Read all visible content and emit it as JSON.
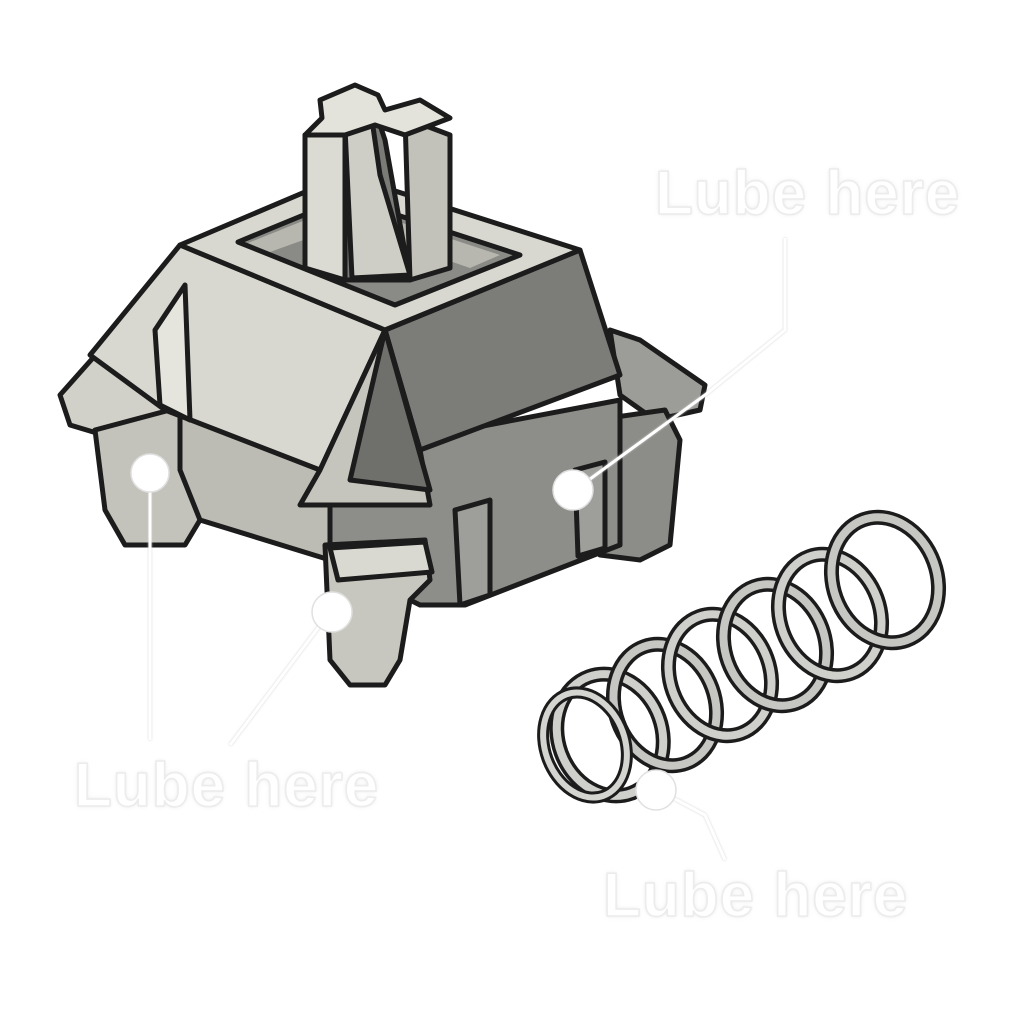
{
  "callouts": [
    {
      "id": "top",
      "text": "Lube here",
      "target": "housing side rail"
    },
    {
      "id": "left",
      "text": "Lube here",
      "target": "housing legs"
    },
    {
      "id": "bottom",
      "text": "Lube here",
      "target": "spring"
    }
  ],
  "colors": {
    "outline": "#1c1c1c",
    "light_face": "#d5d4cc",
    "mid_face": "#a8a8a4",
    "dark_face": "#7b7b78",
    "highlight": "#e8e7e0",
    "spring": "#c9c9c6",
    "callout": "#ffffff"
  },
  "components": [
    "switch-housing",
    "stem",
    "spring"
  ]
}
